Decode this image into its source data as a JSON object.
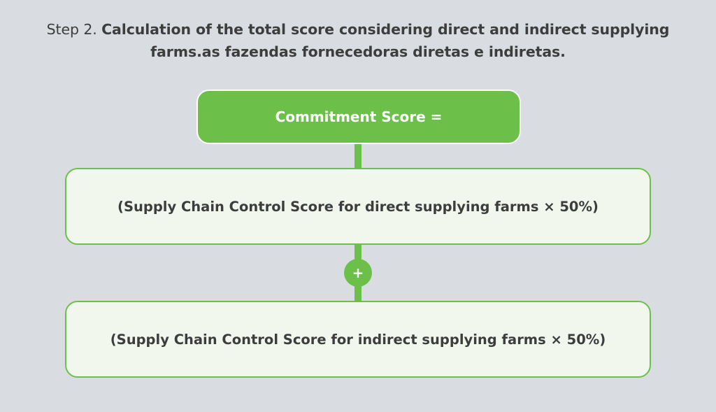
{
  "title": {
    "step": "Step 2. ",
    "bold": "Calculation of the total score considering direct and indirect supplying farms.as fazendas fornecedoras diretas e indiretas."
  },
  "diagram": {
    "score_label": "Commitment Score =",
    "direct_term": "(Supply Chain Control Score for direct supplying farms × 50%)",
    "operator": "+",
    "indirect_term": "(Supply Chain Control Score for indirect supplying farms × 50%)"
  },
  "colors": {
    "background": "#d9dde1",
    "accent_green": "#6cc04a",
    "box_fill": "#f1f7ec",
    "text_dark": "#3d3d3d"
  }
}
